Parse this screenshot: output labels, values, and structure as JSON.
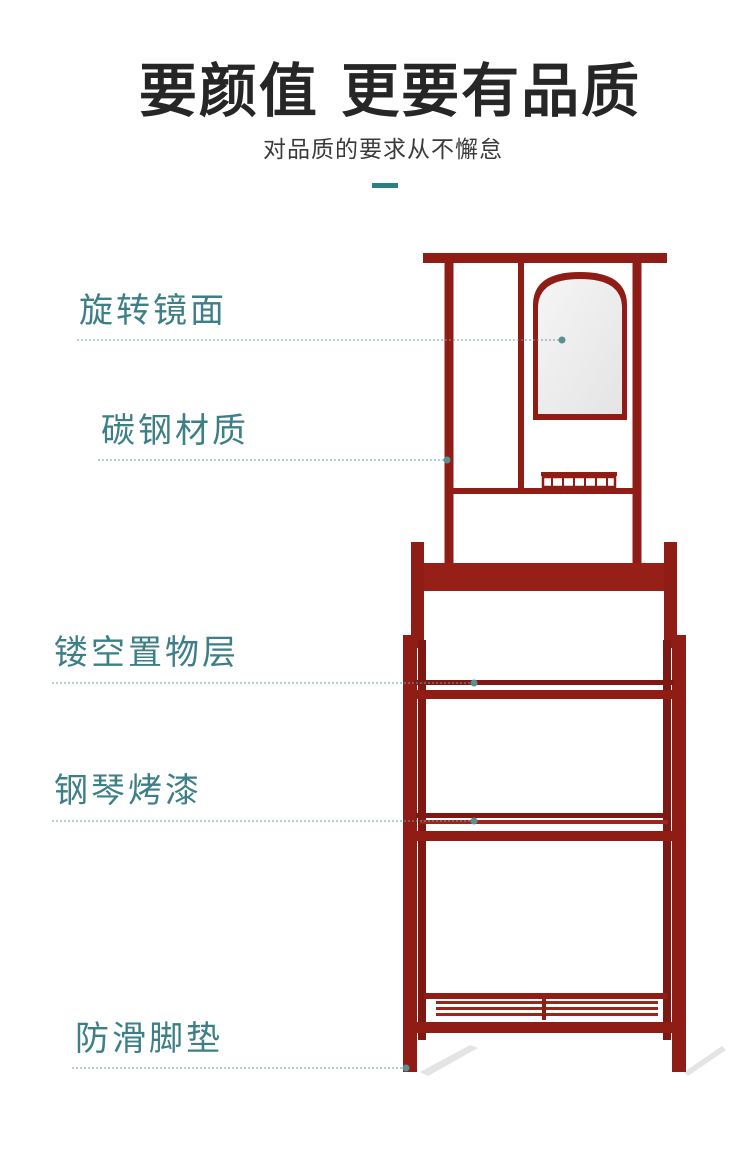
{
  "header": {
    "title": "要颜值 更要有品质",
    "subtitle": "对品质的要求从不懈怠"
  },
  "features": [
    {
      "label": "旋转镜面"
    },
    {
      "label": "碳钢材质"
    },
    {
      "label": "镂空置物层"
    },
    {
      "label": "钢琴烤漆"
    },
    {
      "label": "防滑脚垫"
    }
  ],
  "colors": {
    "accent": "#2f7d84",
    "label": "#3d7f86",
    "frame": "#8f1d16",
    "title": "#262626"
  }
}
